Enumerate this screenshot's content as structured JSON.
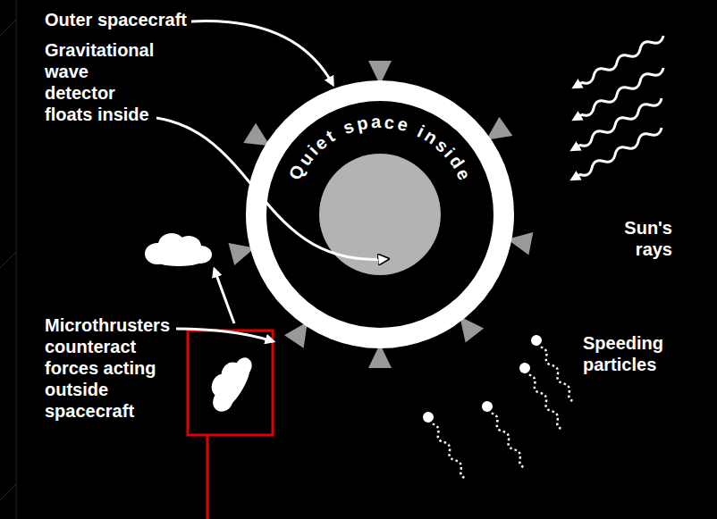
{
  "diagram": {
    "nodes": [
      {
        "text": [
          "Quiet space inside"
        ]
      }
    ],
    "labels": [
      "Outer spacecraft",
      "Gravitational wave detector floats inside",
      "Sun's rays",
      "Microthrusters counteract forces acting outside spacecraft",
      "Speeding particles"
    ]
  }
}
